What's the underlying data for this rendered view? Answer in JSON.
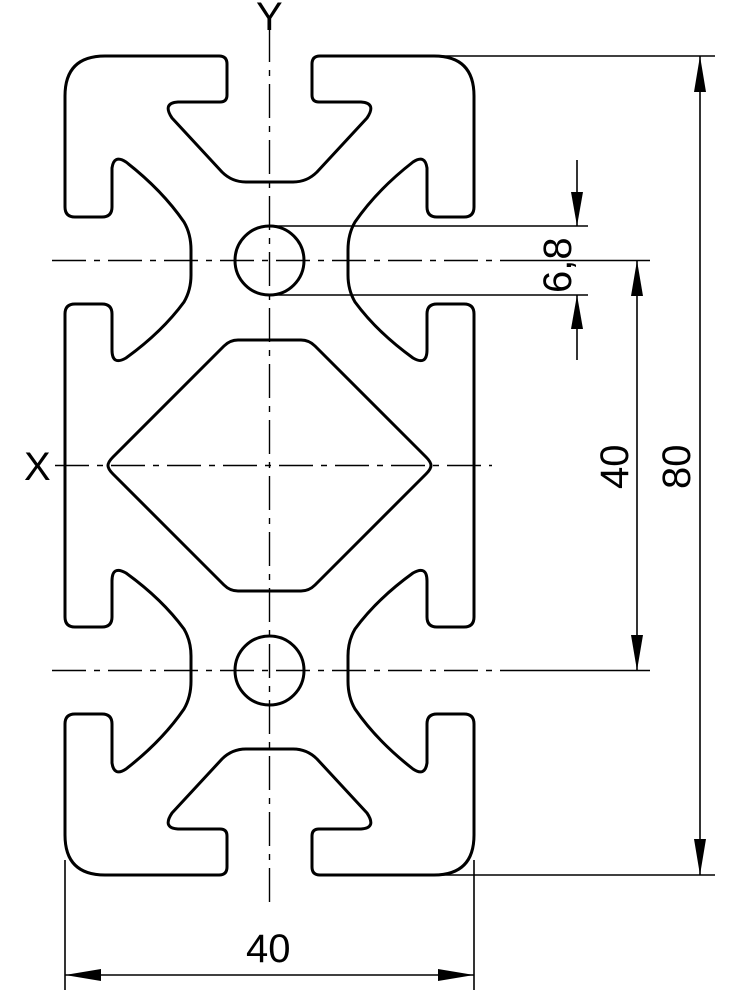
{
  "drawing": {
    "axis_y_label": "Y",
    "axis_x_label": "X",
    "dim_hole_diameter": "6,8",
    "dim_hole_spacing": "40",
    "dim_height": "80",
    "dim_width": "40"
  },
  "colors": {
    "line": "#000000",
    "background": "#ffffff"
  }
}
